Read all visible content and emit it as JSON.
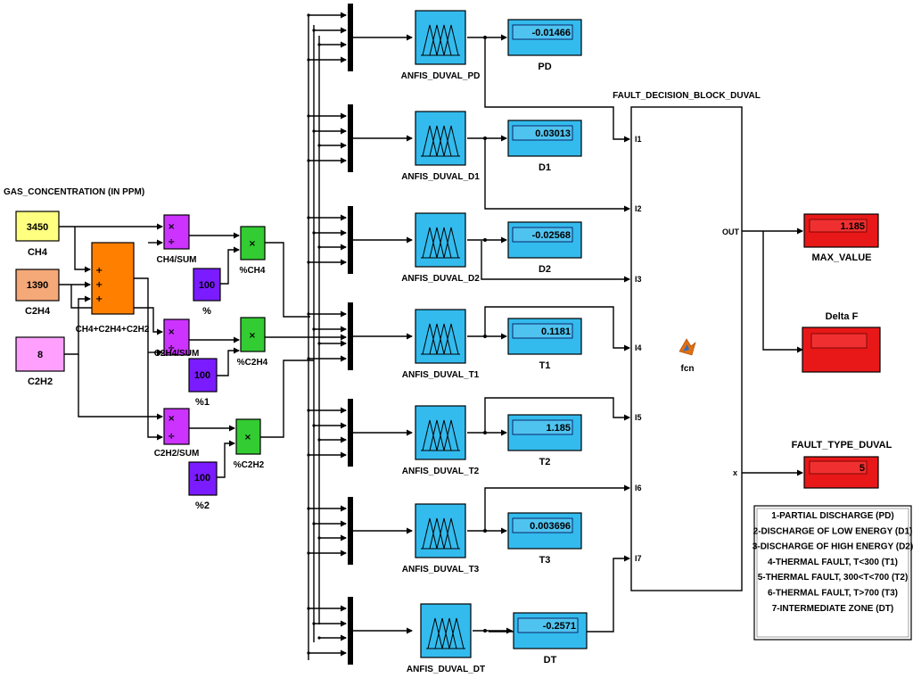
{
  "gas_concentration_label": "GAS_CONCENTRATION (IN PPM)",
  "constants": [
    {
      "value": "3450",
      "label": "CH4",
      "color": "#ffff80"
    },
    {
      "value": "1390",
      "label": "C2H4",
      "color": "#f5a878"
    },
    {
      "value": "8",
      "label": "C2H2",
      "color": "#ffa0ff"
    }
  ],
  "total_sum_label": "CH4+C2H4+C2H2",
  "sum_blocks": [
    "CH4/SUM",
    "C2H4/SUM",
    "C2H2/SUM"
  ],
  "gain_blocks": [
    {
      "value": "100",
      "label": "%"
    },
    {
      "value": "100",
      "label": "%1"
    },
    {
      "value": "100",
      "label": "%2"
    }
  ],
  "product_blocks": [
    "%CH4",
    "%C2H4",
    "%C2H2"
  ],
  "anfis": [
    {
      "name": "ANFIS_DUVAL_PD",
      "display": "-0.01466",
      "display_label": "PD"
    },
    {
      "name": "ANFIS_DUVAL_D1",
      "display": "0.03013",
      "display_label": "D1"
    },
    {
      "name": "ANFIS_DUVAL_D2",
      "display": "-0.02568",
      "display_label": "D2"
    },
    {
      "name": "ANFIS_DUVAL_T1",
      "display": "0.1181",
      "display_label": "T1"
    },
    {
      "name": "ANFIS_DUVAL_T2",
      "display": "1.185",
      "display_label": "T2"
    },
    {
      "name": "ANFIS_DUVAL_T3",
      "display": "0.003696",
      "display_label": "T3"
    },
    {
      "name": "ANFIS_DUVAL_DT",
      "display": "-0.2571",
      "display_label": "DT"
    }
  ],
  "fault_block": {
    "title": "FAULT_DECISION_BLOCK_DUVAL",
    "inputs": [
      "I1",
      "I2",
      "I3",
      "I4",
      "I5",
      "I6",
      "I7"
    ],
    "outputs": [
      "OUT",
      "x"
    ],
    "center_label": "fcn"
  },
  "outputs": {
    "max_value": {
      "label": "MAX_VALUE",
      "value": "1.185"
    },
    "delta_f": {
      "label": "Delta F",
      "value": ""
    },
    "fault_type": {
      "label": "FAULT_TYPE_DUVAL",
      "value": "5"
    }
  },
  "legend": [
    "1-PARTIAL DISCHARGE (PD)",
    "2-DISCHARGE OF LOW ENERGY (D1)",
    "3-DISCHARGE OF HIGH ENERGY (D2)",
    "4-THERMAL FAULT, T<300 (T1)",
    "5-THERMAL FAULT, 300<T<700 (T2)",
    "6-THERMAL FAULT, T>700 (T3)",
    "7-INTERMEDIATE ZONE (DT)"
  ],
  "colors": {
    "sum": "#cc33ff",
    "product": "#33cc33",
    "gain": "#7a1cff",
    "total_sum": "#ff8000",
    "anfis": "#33bbee",
    "display": "#33bbee",
    "output_display": "#e81818",
    "display_screen": "#4fc3f0"
  }
}
